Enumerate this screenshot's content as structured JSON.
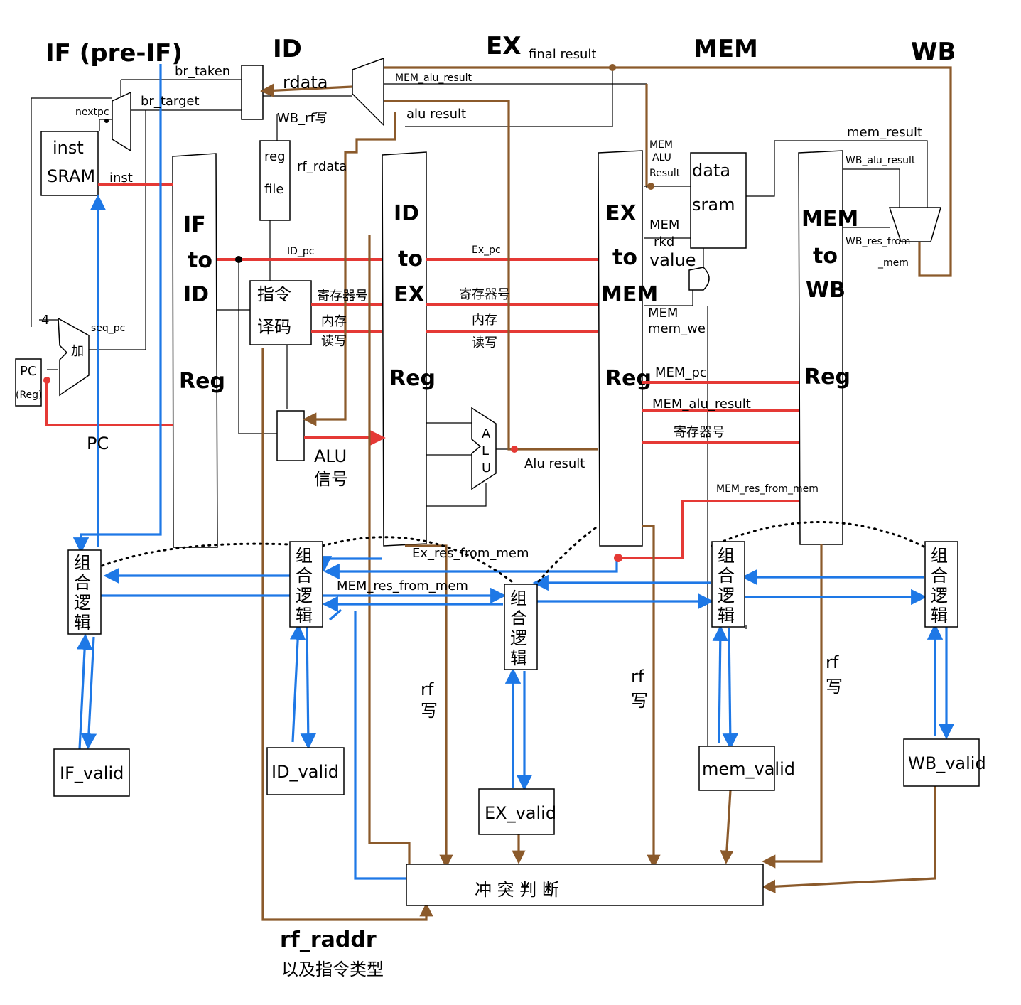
{
  "stages": {
    "if": "IF (pre-IF)",
    "id": "ID",
    "ex": "EX",
    "mem": "MEM",
    "wb": "WB"
  },
  "signals": {
    "br_taken": "br_taken",
    "br_target": "br_target",
    "nextpc": "nextpc",
    "rdata": "rdata",
    "wb_rf": "WB_rf写",
    "mem_alu_result_top": "MEM_alu_result",
    "final_result": "final result",
    "alu_result_top": "alu result",
    "rf_rdata": "rf_rdata",
    "inst": "inst",
    "four": "4",
    "seq_pc": "seq_pc",
    "pc": "PC",
    "id_pc": "ID_pc",
    "ex_pc": "Ex_pc",
    "reg_dst_1": "寄存器号",
    "reg_dst_2": "寄存器号",
    "reg_dst_3": "寄存器号",
    "mem_rw_1": "内存",
    "mem_rw_1b": "读写",
    "mem_rw_2": "内存",
    "mem_rw_2b": "读写",
    "alu_signal_1": "ALU",
    "alu_signal_2": "信号",
    "alu_result_ex": "Alu result",
    "mem_alu_result_in_1": "MEM",
    "mem_alu_result_in_2": "ALU",
    "mem_alu_result_in_3": "Result",
    "mem_rkd_1": "MEM",
    "mem_rkd_2": "rkd",
    "mem_rkd_3": "value",
    "mem_we_1": "MEM",
    "mem_we_2": "mem_we",
    "mem_pc": "MEM_pc",
    "mem_alu_result": "MEM_alu_result",
    "mem_res_from_mem": "MEM_res_from_mem",
    "mem_result": "mem_result",
    "wb_alu_result": "WB_alu_result",
    "wb_res_from_mem_1": "WB_res_from",
    "wb_res_from_mem_2": "_mem",
    "ex_res_from_mem": "Ex_res_from_mem",
    "mem_res_from_mem_low": "MEM_res_from_mem",
    "rf_w_1": "rf",
    "rf_w_1b": "写",
    "rf_w_2": "rf",
    "rf_w_2b": "写",
    "rf_w_3": "rf",
    "rf_w_3b": "写",
    "rf_raddr": "rf_raddr",
    "instr_type": "以及指令类型"
  },
  "blocks": {
    "inst_sram_1": "inst",
    "inst_sram_2": "SRAM",
    "pc_reg_1": "PC",
    "pc_reg_2": "(Reg)",
    "adder": "加",
    "regfile_1": "reg",
    "regfile_2": "file",
    "decode_1": "指令",
    "decode_2": "译码",
    "alu_1": "A",
    "alu_2": "L",
    "alu_3": "U",
    "data_sram_1": "data",
    "data_sram_2": "sram",
    "if_id": [
      "IF",
      "to",
      "ID",
      "Reg"
    ],
    "id_ex": [
      "ID",
      "to",
      "EX",
      "Reg"
    ],
    "ex_mem": [
      "EX",
      "to",
      "MEM",
      "Reg"
    ],
    "mem_wb": [
      "MEM",
      "to",
      "WB",
      "Reg"
    ],
    "comb_logic": [
      "组",
      "合",
      "逻",
      "辑"
    ],
    "if_valid": "IF_valid",
    "id_valid": "ID_valid",
    "ex_valid": "EX_valid",
    "mem_valid": "mem_valid",
    "wb_valid": "WB_valid",
    "hazard": "冲 突 判 断"
  },
  "colors": {
    "datapath": "#e53935",
    "control": "#1e78e6",
    "hazard": "#8b5a2b",
    "ink": "#000000"
  }
}
